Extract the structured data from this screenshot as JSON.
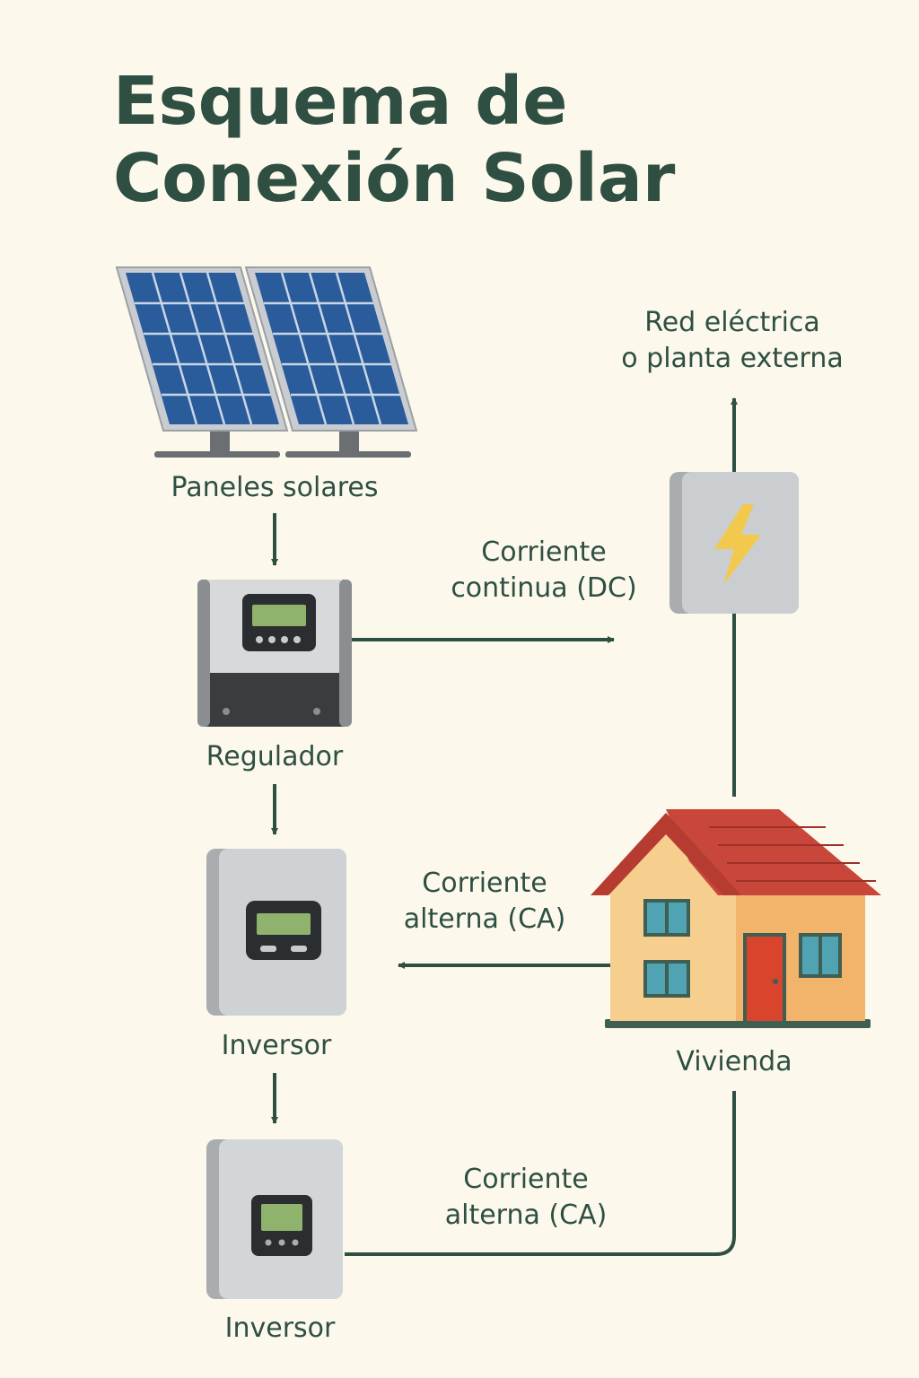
{
  "title": {
    "line1": "Esquema de",
    "line2": "Conexión Solar"
  },
  "nodes": {
    "panels": "Paneles solares",
    "regulator": "Regulador",
    "inverter_1": "Inversor",
    "inverter_2": "Inversor",
    "house": "Vivienda",
    "grid": {
      "line1": "Red eléctrica",
      "line2": "o planta externa"
    }
  },
  "edges": {
    "dc": {
      "line1": "Corriente",
      "line2": "continua (DC)"
    },
    "ac_house": {
      "line1": "Corriente",
      "line2": "alterna (CA)"
    },
    "ac_bottom": {
      "line1": "Corriente",
      "line2": "alterna (CA)"
    }
  },
  "colors": {
    "background": "#fcf9ec",
    "title_and_lines": "#2f4f43",
    "panel_cells": "#2a5c9c",
    "roof": "#c8463a",
    "house_wall": "#f6cf8e",
    "bolt": "#f2c94c"
  }
}
